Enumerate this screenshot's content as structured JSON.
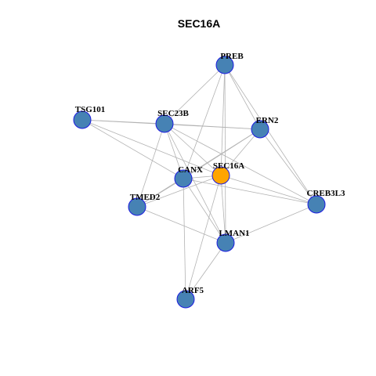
{
  "title": "SEC16A",
  "colors": {
    "node_default": "#4682B4",
    "node_center": "#FFA500",
    "node_border": "#1C1CE0",
    "edge": "#B3B3B3",
    "background": "#FFFFFF"
  },
  "nodes": [
    {
      "id": "PREB",
      "label": "PREB",
      "center": false
    },
    {
      "id": "TSG101",
      "label": "TSG101",
      "center": false
    },
    {
      "id": "SEC23B",
      "label": "SEC23B",
      "center": false
    },
    {
      "id": "ERN2",
      "label": "ERN2",
      "center": false
    },
    {
      "id": "SEC16A",
      "label": "SEC16A",
      "center": true
    },
    {
      "id": "CANX",
      "label": "CANX",
      "center": false
    },
    {
      "id": "TMED2",
      "label": "TMED2",
      "center": false
    },
    {
      "id": "CREB3L3",
      "label": "CREB3L3",
      "center": false
    },
    {
      "id": "LMAN1",
      "label": "LMAN1",
      "center": false
    },
    {
      "id": "ARF5",
      "label": "ARF5",
      "center": false
    }
  ],
  "edges": [
    [
      "PREB",
      "SEC23B"
    ],
    [
      "PREB",
      "CANX"
    ],
    [
      "PREB",
      "SEC16A"
    ],
    [
      "PREB",
      "ERN2"
    ],
    [
      "PREB",
      "LMAN1"
    ],
    [
      "PREB",
      "CREB3L3"
    ],
    [
      "TSG101",
      "SEC23B"
    ],
    [
      "TSG101",
      "ERN2"
    ],
    [
      "TSG101",
      "CANX"
    ],
    [
      "TSG101",
      "SEC16A"
    ],
    [
      "SEC23B",
      "ERN2"
    ],
    [
      "SEC23B",
      "CANX"
    ],
    [
      "SEC23B",
      "SEC16A"
    ],
    [
      "SEC23B",
      "TMED2"
    ],
    [
      "SEC23B",
      "LMAN1"
    ],
    [
      "SEC23B",
      "CREB3L3"
    ],
    [
      "ERN2",
      "CANX"
    ],
    [
      "ERN2",
      "SEC16A"
    ],
    [
      "ERN2",
      "TMED2"
    ],
    [
      "ERN2",
      "CREB3L3"
    ],
    [
      "CANX",
      "SEC16A"
    ],
    [
      "CANX",
      "TMED2"
    ],
    [
      "CANX",
      "CREB3L3"
    ],
    [
      "CANX",
      "LMAN1"
    ],
    [
      "CANX",
      "ARF5"
    ],
    [
      "SEC16A",
      "TMED2"
    ],
    [
      "SEC16A",
      "CREB3L3"
    ],
    [
      "SEC16A",
      "LMAN1"
    ],
    [
      "SEC16A",
      "ARF5"
    ],
    [
      "TMED2",
      "LMAN1"
    ],
    [
      "LMAN1",
      "CREB3L3"
    ],
    [
      "LMAN1",
      "ARF5"
    ]
  ]
}
